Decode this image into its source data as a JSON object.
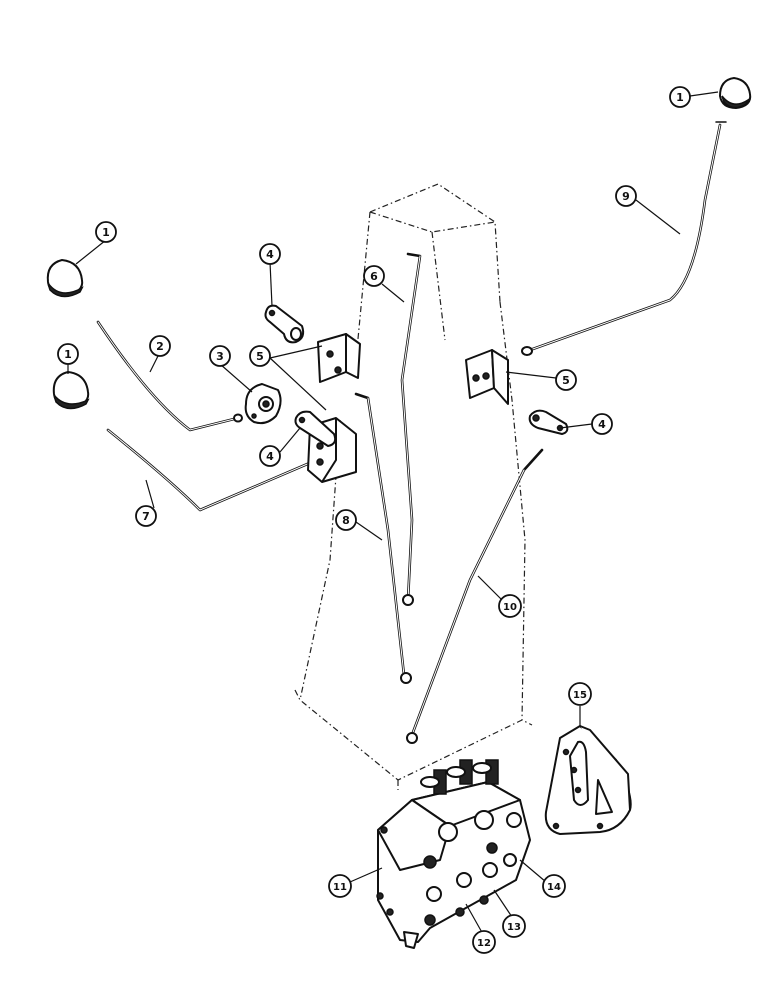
{
  "diagram": {
    "callouts": [
      {
        "id": "c1a",
        "label": "1"
      },
      {
        "id": "c1b",
        "label": "1"
      },
      {
        "id": "c1c",
        "label": "1"
      },
      {
        "id": "c2",
        "label": "2"
      },
      {
        "id": "c3",
        "label": "3"
      },
      {
        "id": "c4a",
        "label": "4"
      },
      {
        "id": "c4b",
        "label": "4"
      },
      {
        "id": "c4c",
        "label": "4"
      },
      {
        "id": "c5a",
        "label": "5"
      },
      {
        "id": "c5b",
        "label": "5"
      },
      {
        "id": "c6",
        "label": "6"
      },
      {
        "id": "c7",
        "label": "7"
      },
      {
        "id": "c8",
        "label": "8"
      },
      {
        "id": "c9",
        "label": "9"
      },
      {
        "id": "c10",
        "label": "10"
      },
      {
        "id": "c11",
        "label": "11"
      },
      {
        "id": "c12",
        "label": "12"
      },
      {
        "id": "c13",
        "label": "13"
      },
      {
        "id": "c14",
        "label": "14"
      },
      {
        "id": "c15",
        "label": "15"
      }
    ]
  }
}
